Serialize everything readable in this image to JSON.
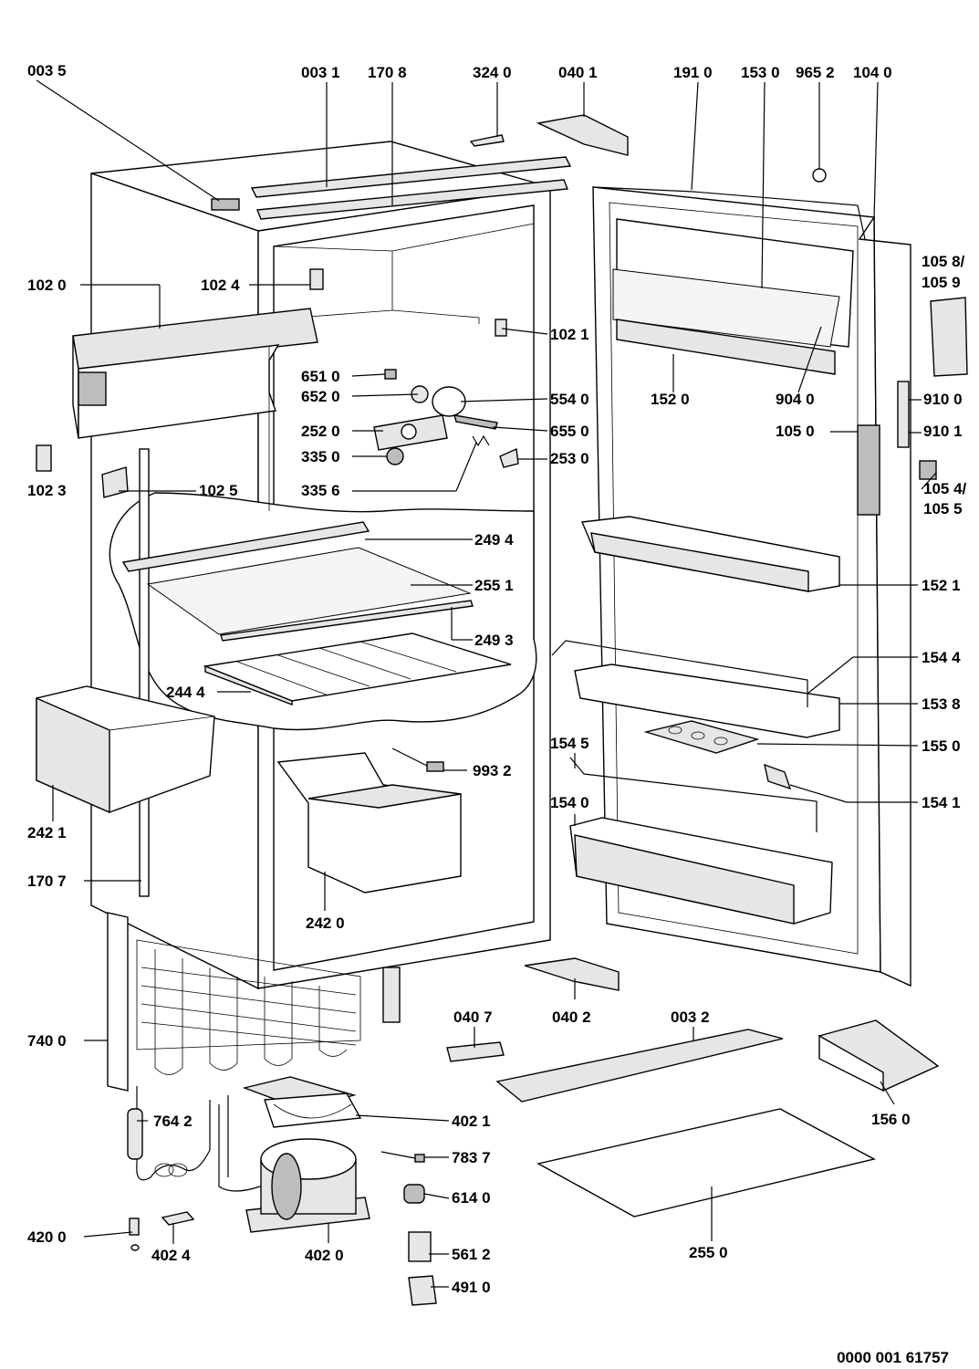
{
  "labels": {
    "l_0035": "003 5",
    "l_0031": "003 1",
    "l_1708": "170 8",
    "l_3240": "324 0",
    "l_0401": "040 1",
    "l_1910": "191 0",
    "l_1530": "153 0",
    "l_9652": "965 2",
    "l_1040": "104 0",
    "l_1058": "105 8/",
    "l_1059": "105 9",
    "l_1020": "102 0",
    "l_1024": "102 4",
    "l_1021": "102 1",
    "l_6510": "651 0",
    "l_6520": "652 0",
    "l_5540": "554 0",
    "l_1520": "152 0",
    "l_9040": "904 0",
    "l_9100": "910 0",
    "l_2520": "252 0",
    "l_6550": "655 0",
    "l_1050": "105 0",
    "l_9101": "910 1",
    "l_3350": "335 0",
    "l_2530": "253 0",
    "l_1023": "102 3",
    "l_1025": "102 5",
    "l_3356": "335 6",
    "l_1054": "105 4/",
    "l_1055": "105 5",
    "l_2494": "249 4",
    "l_2551": "255 1",
    "l_1521": "152 1",
    "l_2493": "249 3",
    "l_1544": "154 4",
    "l_2444": "244 4",
    "l_1538": "153 8",
    "l_1545": "154 5",
    "l_1550": "155 0",
    "l_9932": "993 2",
    "l_1541": "154 1",
    "l_1540": "154 0",
    "l_2421": "242 1",
    "l_1707": "170 7",
    "l_2420": "242 0",
    "l_0407": "040 7",
    "l_0402": "040 2",
    "l_0032": "003 2",
    "l_7400": "740 0",
    "l_1560": "156 0",
    "l_7642": "764 2",
    "l_4021": "402 1",
    "l_7837": "783 7",
    "l_6140": "614 0",
    "l_4200": "420 0",
    "l_4024": "402 4",
    "l_4020": "402 0",
    "l_5612": "561 2",
    "l_2550": "255 0",
    "l_4910": "491 0"
  },
  "footer": {
    "code": "0000 001 61757"
  }
}
